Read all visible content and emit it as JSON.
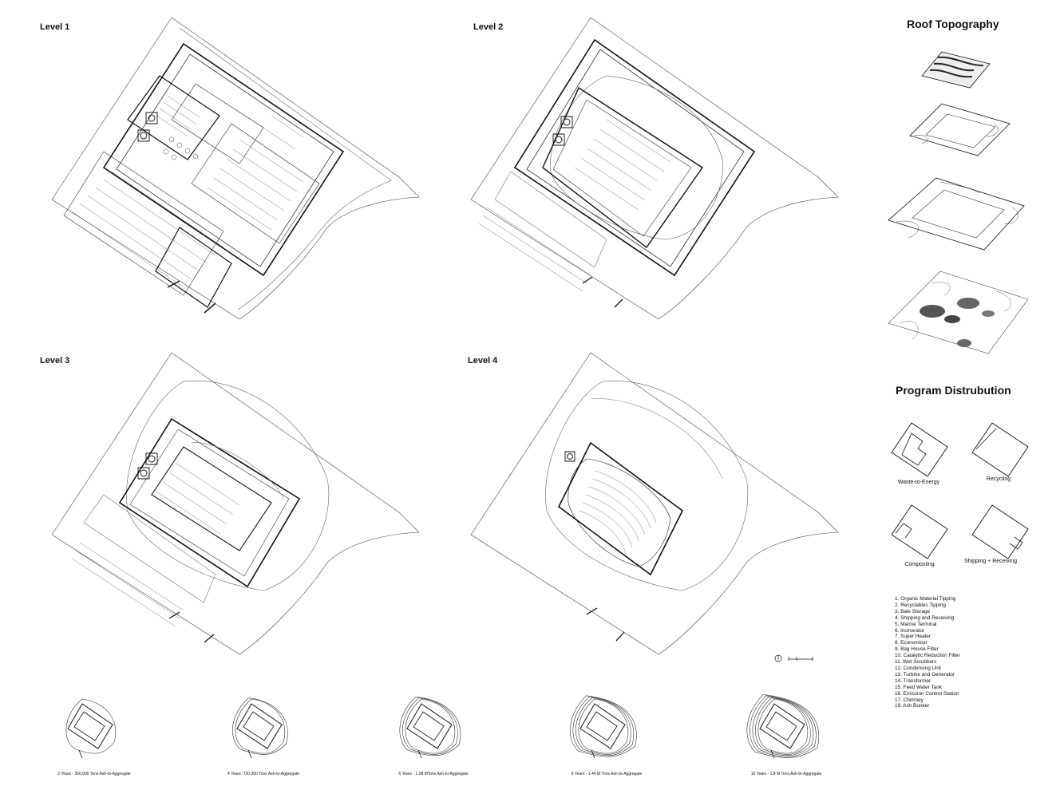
{
  "levels": [
    {
      "label": "Level 1"
    },
    {
      "label": "Level 2"
    },
    {
      "label": "Level 3"
    },
    {
      "label": "Level 4"
    }
  ],
  "roof_topography": {
    "title": "Roof Topography",
    "layers": [
      "layer-1",
      "layer-2",
      "layer-3",
      "layer-4"
    ]
  },
  "program_distribution": {
    "title": "Program Distrubution",
    "items": [
      {
        "label": "Waste-to-Energy"
      },
      {
        "label": "Recycling"
      },
      {
        "label": "Composting"
      },
      {
        "label": "Shipping + Receiving"
      }
    ]
  },
  "legend": [
    "1. Organic Material Tipping",
    "2. Recyclables Tipping",
    "3. Bale Storage",
    "4. Shipping and Receiving",
    "5. Marine Terminal",
    "6. Incinerator",
    "7. Super Heater",
    "8. Economicer",
    "9. Bag House Filter",
    "10. Catalytic Reduction Filter",
    "11. Wet Scrubbers",
    "12. Condensing Unit",
    "13. Turbine and Generator",
    "14. Transformer",
    "15. Feed Water Tank",
    "16. Emission Control Station",
    "17. Chimney",
    "19. Ash Bunker"
  ],
  "phases": [
    {
      "label": "2 Years - 360,000 Tons Ash-to-Aggregate",
      "rings": 1
    },
    {
      "label": "4 Years -720,000 Tons Ash-to-Aggregate",
      "rings": 2
    },
    {
      "label": "6 Years - 1.08 MTons Ash-to-Aggregate",
      "rings": 3
    },
    {
      "label": "8 Years - 1.44 M Tons Ash-to-Aggregate",
      "rings": 4
    },
    {
      "label": "10 Years - 1.8 M Tons Ash-to-Aggregate",
      "rings": 5
    }
  ],
  "colors": {
    "ink": "#111111",
    "fine": "#555555",
    "paper": "#ffffff"
  }
}
